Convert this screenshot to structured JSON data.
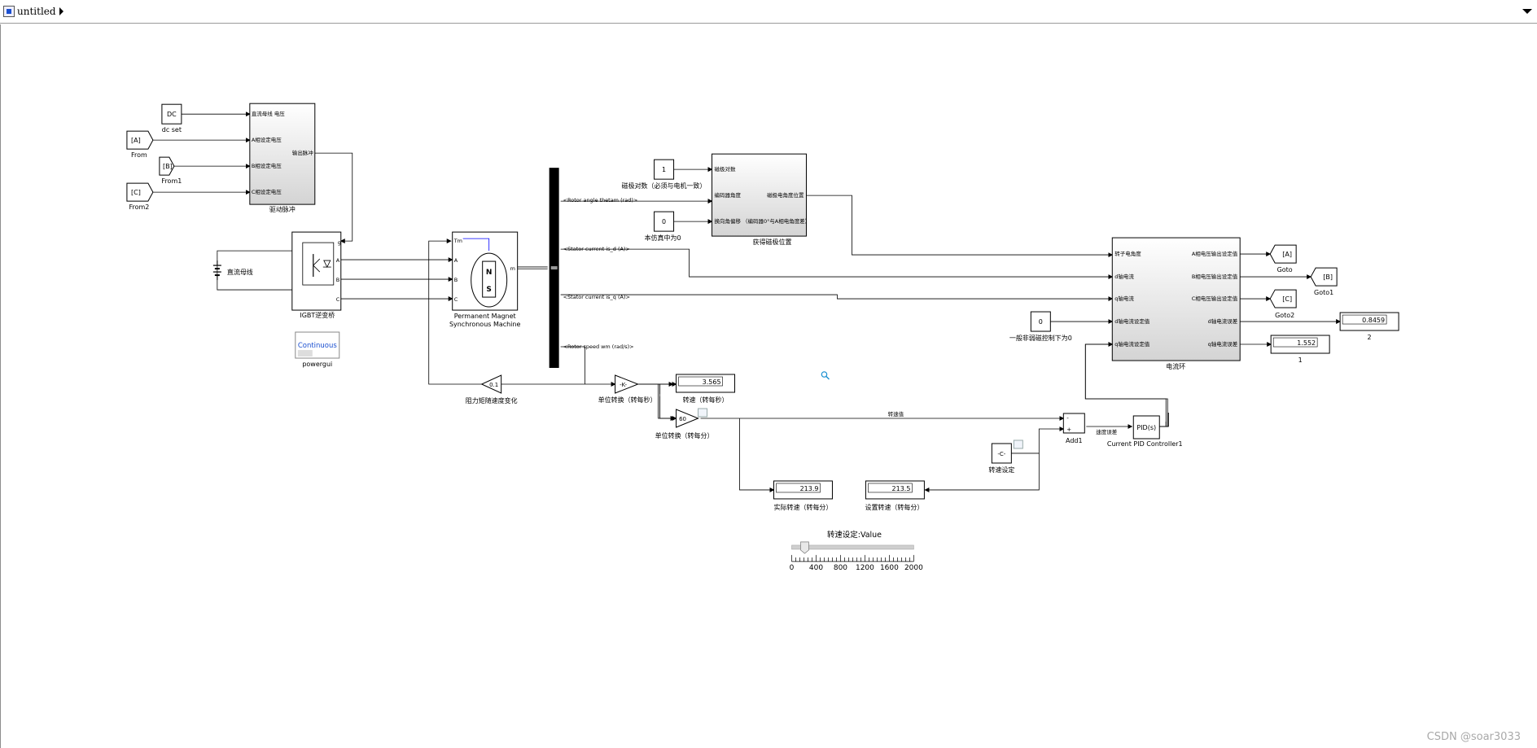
{
  "window": {
    "model_name": "untitled"
  },
  "blocks": {
    "dc": {
      "text": "DC",
      "label": "dc set"
    },
    "from": {
      "text": "[A]",
      "label": "From"
    },
    "from1": {
      "text": "[B]",
      "label": "From1"
    },
    "from2": {
      "text": "[C]",
      "label": "From2"
    },
    "driver": {
      "label": "驱动脉冲",
      "in1": "直流母线 电压",
      "in2": "A相设定电压",
      "in3": "B相设定电压",
      "in4": "C相设定电压",
      "out": "输出脉冲"
    },
    "dcbus": {
      "label": "直流母线"
    },
    "igbt": {
      "label": "IGBT逆变桥",
      "port_g": "g",
      "port_a": "A",
      "port_b": "B",
      "port_c": "C"
    },
    "pmsm": {
      "label1": "Permanent Magnet",
      "label2": "Synchronous Machine",
      "port_tm": "Tm",
      "port_a": "A",
      "port_b": "B",
      "port_c": "C",
      "port_m": "m",
      "rotor_n": "N",
      "rotor_s": "S"
    },
    "powergui": {
      "text": "Continuous",
      "label": "powergui"
    },
    "gain_torque": {
      "text": "0.1",
      "label": "阻力矩随速度变化"
    },
    "bus_signals": {
      "theta": "<Rotor angle thetam (rad)>",
      "id": "<Stator current is_d (A)>",
      "iq": "<Stator current is_q (A)>",
      "wm": "<Rotor speed wm (rad/s)>"
    },
    "const_pole": {
      "text": "1",
      "label": "磁极对数（必须与电机一致）"
    },
    "const_offset": {
      "text": "0",
      "label": "本仿真中为0"
    },
    "pos": {
      "label": "获得磁极位置",
      "in1": "磁极对数",
      "in2": "编码器角度",
      "in3": "换向角偏移 （编码器0°与A相电角度差）",
      "out": "磁极电角度位置"
    },
    "const_id": {
      "text": "0",
      "label": "一般非弱磁控制下为0"
    },
    "current": {
      "label": "电流环",
      "in1": "转子电角度",
      "in2": "d轴电流",
      "in3": "q轴电流",
      "in4": "d轴电流设定值",
      "in5": "q轴电流设定值",
      "out1": "A相电压输出设定值",
      "out2": "B相电压输出设定值",
      "out3": "C相电压输出设定值",
      "out4": "d轴电流误差",
      "out5": "q轴电流误差"
    },
    "goto": {
      "text": "[A]",
      "label": "Goto"
    },
    "goto1": {
      "text": "[B]",
      "label": "Goto1"
    },
    "goto2": {
      "text": "[C]",
      "label": "Goto2"
    },
    "disp2": {
      "value": "0.8459",
      "label": "2"
    },
    "disp1": {
      "value": "1.552",
      "label": "1"
    },
    "gain_k": {
      "text": "-K-",
      "label": "单位转换（转每秒）"
    },
    "disp_rps": {
      "value": "3.565",
      "label": "转速（转每秒）"
    },
    "gain_60": {
      "text": "60",
      "label": "单位转换（转每分）"
    },
    "sum": {
      "label": "Add1"
    },
    "pid": {
      "text": "PID(s)",
      "label": "Current PID Controller1"
    },
    "const_c": {
      "text": "-C-",
      "label": "转速设定"
    },
    "disp_actual": {
      "value": "213.9",
      "label": "实际转速（转每分）"
    },
    "disp_set": {
      "value": "213.5",
      "label": "设置转速（转每分）"
    },
    "signals": {
      "speed_value": "转速值",
      "speed_error": "速度误差"
    }
  },
  "slider": {
    "title": "转速设定:Value",
    "ticks": [
      "0",
      "400",
      "800",
      "1200",
      "1600",
      "2000"
    ],
    "min": 0,
    "max": 2000,
    "value": 213.5
  },
  "watermark": "CSDN @soar3033"
}
